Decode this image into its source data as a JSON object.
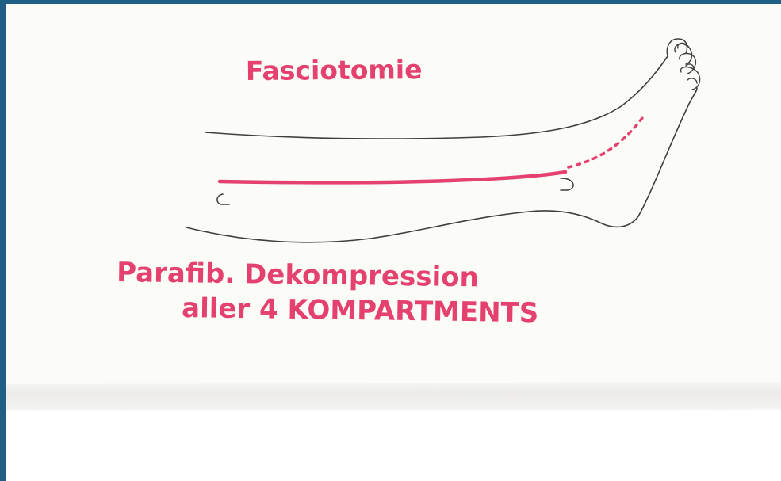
{
  "diagram": {
    "title": "Fasciotomie",
    "caption_line1": "Parafib. Dekompression",
    "caption_line2": "aller 4 KOMPARTMENTS"
  },
  "colors": {
    "ink": "#3f3f3f",
    "marker": "#e4416f",
    "paper": "#fbfbf8",
    "border": "#1f5f86"
  }
}
